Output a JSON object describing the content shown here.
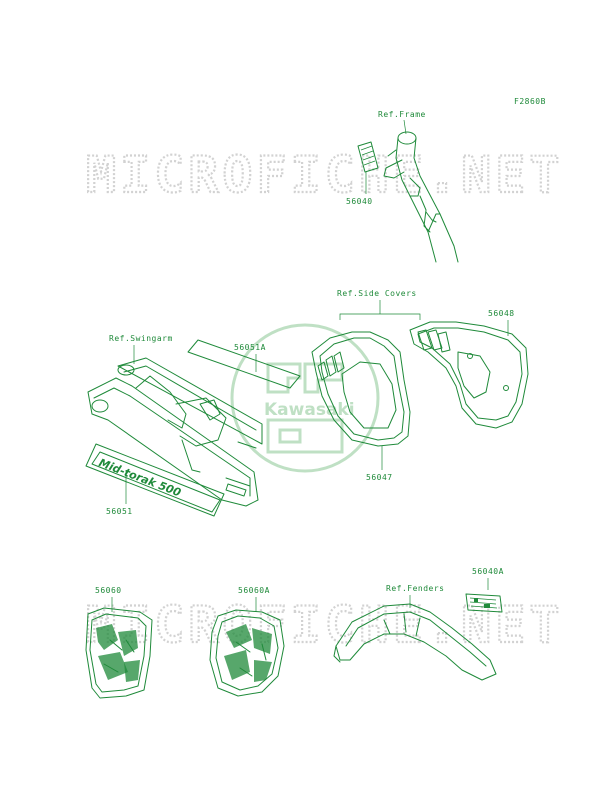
{
  "figure_code": "F2860B",
  "watermark": "MICROFICHE.NET",
  "logo_text": "Kawasaki",
  "swingarm_decal_text": "Mid-torak 500",
  "labels": {
    "ref_frame": "Ref.Frame",
    "ref_side_covers": "Ref.Side Covers",
    "ref_swingarm": "Ref.Swingarm",
    "ref_fenders": "Ref.Fenders",
    "p56040": "56040",
    "p56048": "56048",
    "p56051A": "56051A",
    "p56047": "56047",
    "p56051": "56051",
    "p56060": "56060",
    "p56060A": "56060A",
    "p56040A": "56040A"
  },
  "colors": {
    "line": "#1f8a3a",
    "watermark": "#d2d2d2",
    "logo": "#bfe0c4"
  }
}
